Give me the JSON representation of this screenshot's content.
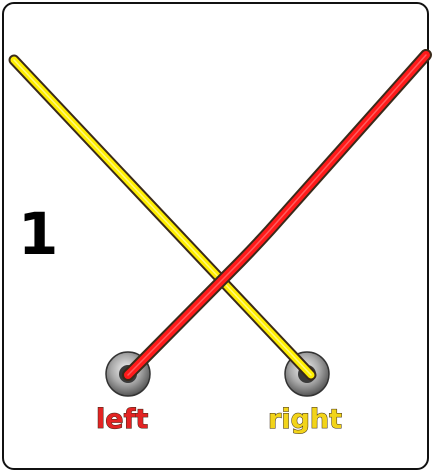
{
  "step": {
    "number": "1"
  },
  "labels": {
    "left": "left",
    "right": "right"
  },
  "colors": {
    "left_lace": "#ff1a1a",
    "right_lace": "#ffee00",
    "lace_outline": "#3a2a1a",
    "border": "#111111"
  }
}
